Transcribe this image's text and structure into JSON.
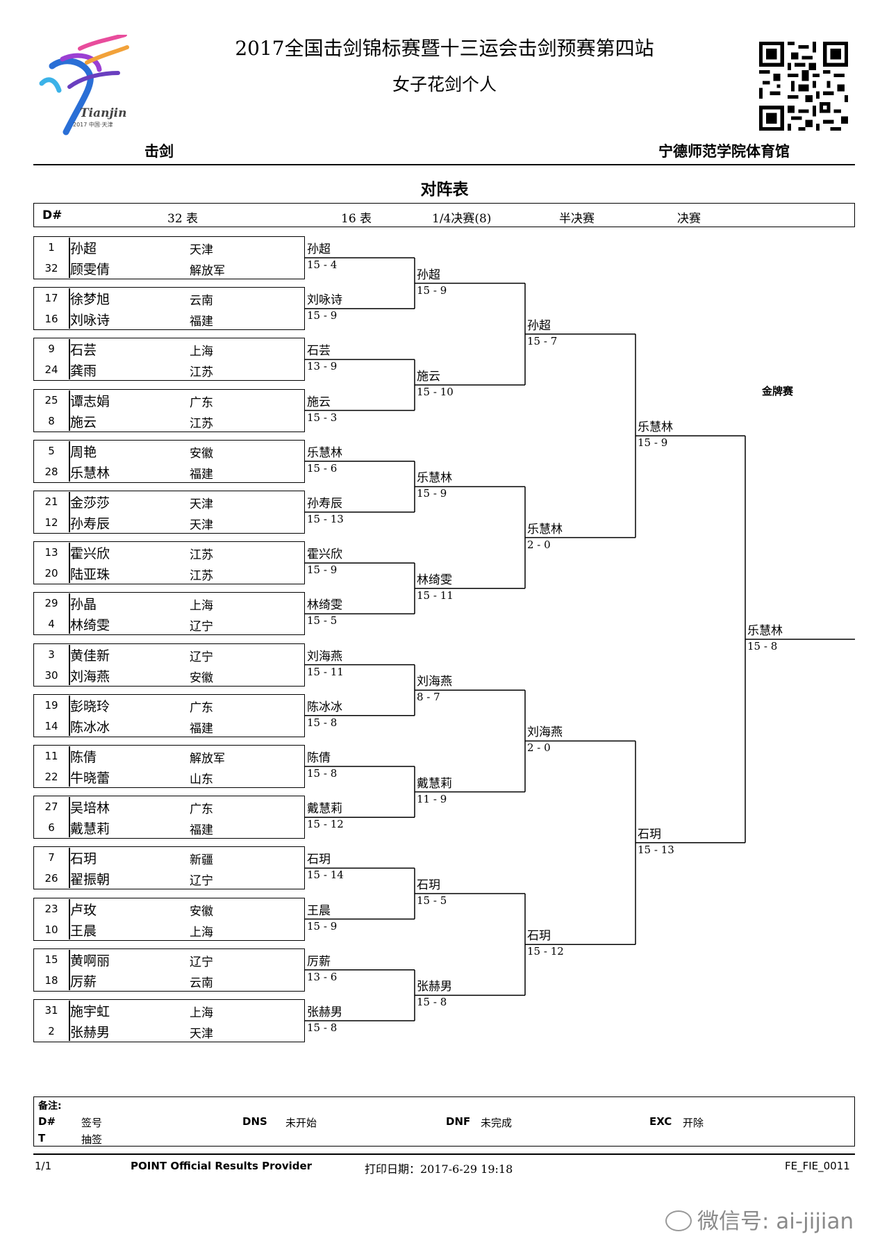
{
  "header": {
    "title": "2017全国击剑锦标赛暨十三运会击剑预赛第四站",
    "subtitle": "女子花剑个人",
    "sport": "击剑",
    "venue": "宁德师范学院体育馆",
    "bracket_title": "对阵表",
    "logo_text": "Tianjin",
    "logo_subtext": "2017 中国·天津"
  },
  "columns": {
    "d": "D#",
    "r32": "32 表",
    "r16": "16 表",
    "qf": "1/4决赛(8)",
    "sf": "半决赛",
    "final": "决赛"
  },
  "gold_label": "金牌赛",
  "round32": [
    {
      "a": {
        "seed": "1",
        "name": "孙超",
        "club": "天津"
      },
      "b": {
        "seed": "32",
        "name": "顾雯倩",
        "club": "解放军"
      }
    },
    {
      "a": {
        "seed": "17",
        "name": "徐梦旭",
        "club": "云南"
      },
      "b": {
        "seed": "16",
        "name": "刘咏诗",
        "club": "福建"
      }
    },
    {
      "a": {
        "seed": "9",
        "name": "石芸",
        "club": "上海"
      },
      "b": {
        "seed": "24",
        "name": "龚雨",
        "club": "江苏"
      }
    },
    {
      "a": {
        "seed": "25",
        "name": "谭志娟",
        "club": "广东"
      },
      "b": {
        "seed": "8",
        "name": "施云",
        "club": "江苏"
      }
    },
    {
      "a": {
        "seed": "5",
        "name": "周艳",
        "club": "安徽"
      },
      "b": {
        "seed": "28",
        "name": "乐慧林",
        "club": "福建"
      }
    },
    {
      "a": {
        "seed": "21",
        "name": "金莎莎",
        "club": "天津"
      },
      "b": {
        "seed": "12",
        "name": "孙寿辰",
        "club": "天津"
      }
    },
    {
      "a": {
        "seed": "13",
        "name": "霍兴欣",
        "club": "江苏"
      },
      "b": {
        "seed": "20",
        "name": "陆亚珠",
        "club": "江苏"
      }
    },
    {
      "a": {
        "seed": "29",
        "name": "孙晶",
        "club": "上海"
      },
      "b": {
        "seed": "4",
        "name": "林绮雯",
        "club": "辽宁"
      }
    },
    {
      "a": {
        "seed": "3",
        "name": "黄佳新",
        "club": "辽宁"
      },
      "b": {
        "seed": "30",
        "name": "刘海燕",
        "club": "安徽"
      }
    },
    {
      "a": {
        "seed": "19",
        "name": "彭晓玲",
        "club": "广东"
      },
      "b": {
        "seed": "14",
        "name": "陈冰冰",
        "club": "福建"
      }
    },
    {
      "a": {
        "seed": "11",
        "name": "陈倩",
        "club": "解放军"
      },
      "b": {
        "seed": "22",
        "name": "牛晓蕾",
        "club": "山东"
      }
    },
    {
      "a": {
        "seed": "27",
        "name": "吴培林",
        "club": "广东"
      },
      "b": {
        "seed": "6",
        "name": "戴慧莉",
        "club": "福建"
      }
    },
    {
      "a": {
        "seed": "7",
        "name": "石玥",
        "club": "新疆"
      },
      "b": {
        "seed": "26",
        "name": "翟振朝",
        "club": "辽宁"
      }
    },
    {
      "a": {
        "seed": "23",
        "name": "卢玫",
        "club": "安徽"
      },
      "b": {
        "seed": "10",
        "name": "王晨",
        "club": "上海"
      }
    },
    {
      "a": {
        "seed": "15",
        "name": "黄啊丽",
        "club": "辽宁"
      },
      "b": {
        "seed": "18",
        "name": "厉薪",
        "club": "云南"
      }
    },
    {
      "a": {
        "seed": "31",
        "name": "施宇虹",
        "club": "上海"
      },
      "b": {
        "seed": "2",
        "name": "张赫男",
        "club": "天津"
      }
    }
  ],
  "round16": [
    {
      "name": "孙超",
      "score": "15 - 4"
    },
    {
      "name": "刘咏诗",
      "score": "15 - 9"
    },
    {
      "name": "石芸",
      "score": "13 - 9"
    },
    {
      "name": "施云",
      "score": "15 - 3"
    },
    {
      "name": "乐慧林",
      "score": "15 - 6"
    },
    {
      "name": "孙寿辰",
      "score": "15 - 13"
    },
    {
      "name": "霍兴欣",
      "score": "15 - 9"
    },
    {
      "name": "林绮雯",
      "score": "15 - 5"
    },
    {
      "name": "刘海燕",
      "score": "15 - 11"
    },
    {
      "name": "陈冰冰",
      "score": "15 - 8"
    },
    {
      "name": "陈倩",
      "score": "15 - 8"
    },
    {
      "name": "戴慧莉",
      "score": "15 - 12"
    },
    {
      "name": "石玥",
      "score": "15 - 14"
    },
    {
      "name": "王晨",
      "score": "15 - 9"
    },
    {
      "name": "厉薪",
      "score": "13 - 6"
    },
    {
      "name": "张赫男",
      "score": "15 - 8"
    }
  ],
  "quarterfinal": [
    {
      "name": "孙超",
      "score": "15 - 9"
    },
    {
      "name": "施云",
      "score": "15 - 10"
    },
    {
      "name": "乐慧林",
      "score": "15 - 9"
    },
    {
      "name": "林绮雯",
      "score": "15 - 11"
    },
    {
      "name": "刘海燕",
      "score": "8 - 7"
    },
    {
      "name": "戴慧莉",
      "score": "11 - 9"
    },
    {
      "name": "石玥",
      "score": "15 - 5"
    },
    {
      "name": "张赫男",
      "score": "15 - 8"
    }
  ],
  "semifinal": [
    {
      "name": "孙超",
      "score": "15 - 7"
    },
    {
      "name": "乐慧林",
      "score": "2 - 0"
    },
    {
      "name": "刘海燕",
      "score": "2 - 0"
    },
    {
      "name": "石玥",
      "score": "15 - 12"
    }
  ],
  "final": [
    {
      "name": "乐慧林",
      "score": "15 - 9"
    },
    {
      "name": "石玥",
      "score": "15 - 13"
    }
  ],
  "champion": {
    "name": "乐慧林",
    "score": "15 - 8"
  },
  "notes": {
    "title": "备注:",
    "d_key": "D#",
    "d_val": "签号",
    "t_key": "T",
    "t_val": "抽签",
    "dns_key": "DNS",
    "dns_val": "未开始",
    "dnf_key": "DNF",
    "dnf_val": "未完成",
    "exc_key": "EXC",
    "exc_val": "开除"
  },
  "footer": {
    "page": "1/1",
    "provider": "POINT Official Results Provider",
    "print_date": "打印日期：2017-6-29 19:18",
    "code": "FE_FIE_0011"
  },
  "watermark": "微信号: ai-jijian"
}
